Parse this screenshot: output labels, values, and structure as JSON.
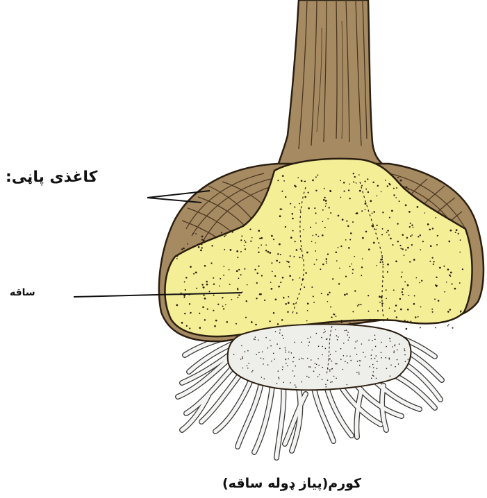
{
  "labels": {
    "papery_tunic": "کاغذی پاڼی:",
    "stem": "ساقه",
    "caption": "کورم(پیاز ډوله ساقه)"
  },
  "colors": {
    "tunic_brown": "#a58a62",
    "tunic_dark": "#8e7550",
    "stem_yellow": "#f4ee96",
    "root_base": "#eeeeea",
    "root_fill": "#f4f4f2",
    "outline": "#2a1e10"
  }
}
